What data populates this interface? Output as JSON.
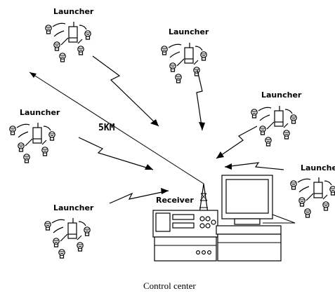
{
  "labels": {
    "launcher": "Launcher",
    "distance": "5KM",
    "receiver": "Receiver",
    "caption": "Control center"
  },
  "launcher_groups": [
    {
      "id": "top-left"
    },
    {
      "id": "top-center"
    },
    {
      "id": "middle-right"
    },
    {
      "id": "middle-left"
    },
    {
      "id": "far-right"
    },
    {
      "id": "bottom-left"
    }
  ],
  "icons": [
    "launcher-device-icon",
    "sensor-node-icon",
    "lightning-signal-icon",
    "receiver-antenna-icon",
    "computer-monitor-icon"
  ]
}
